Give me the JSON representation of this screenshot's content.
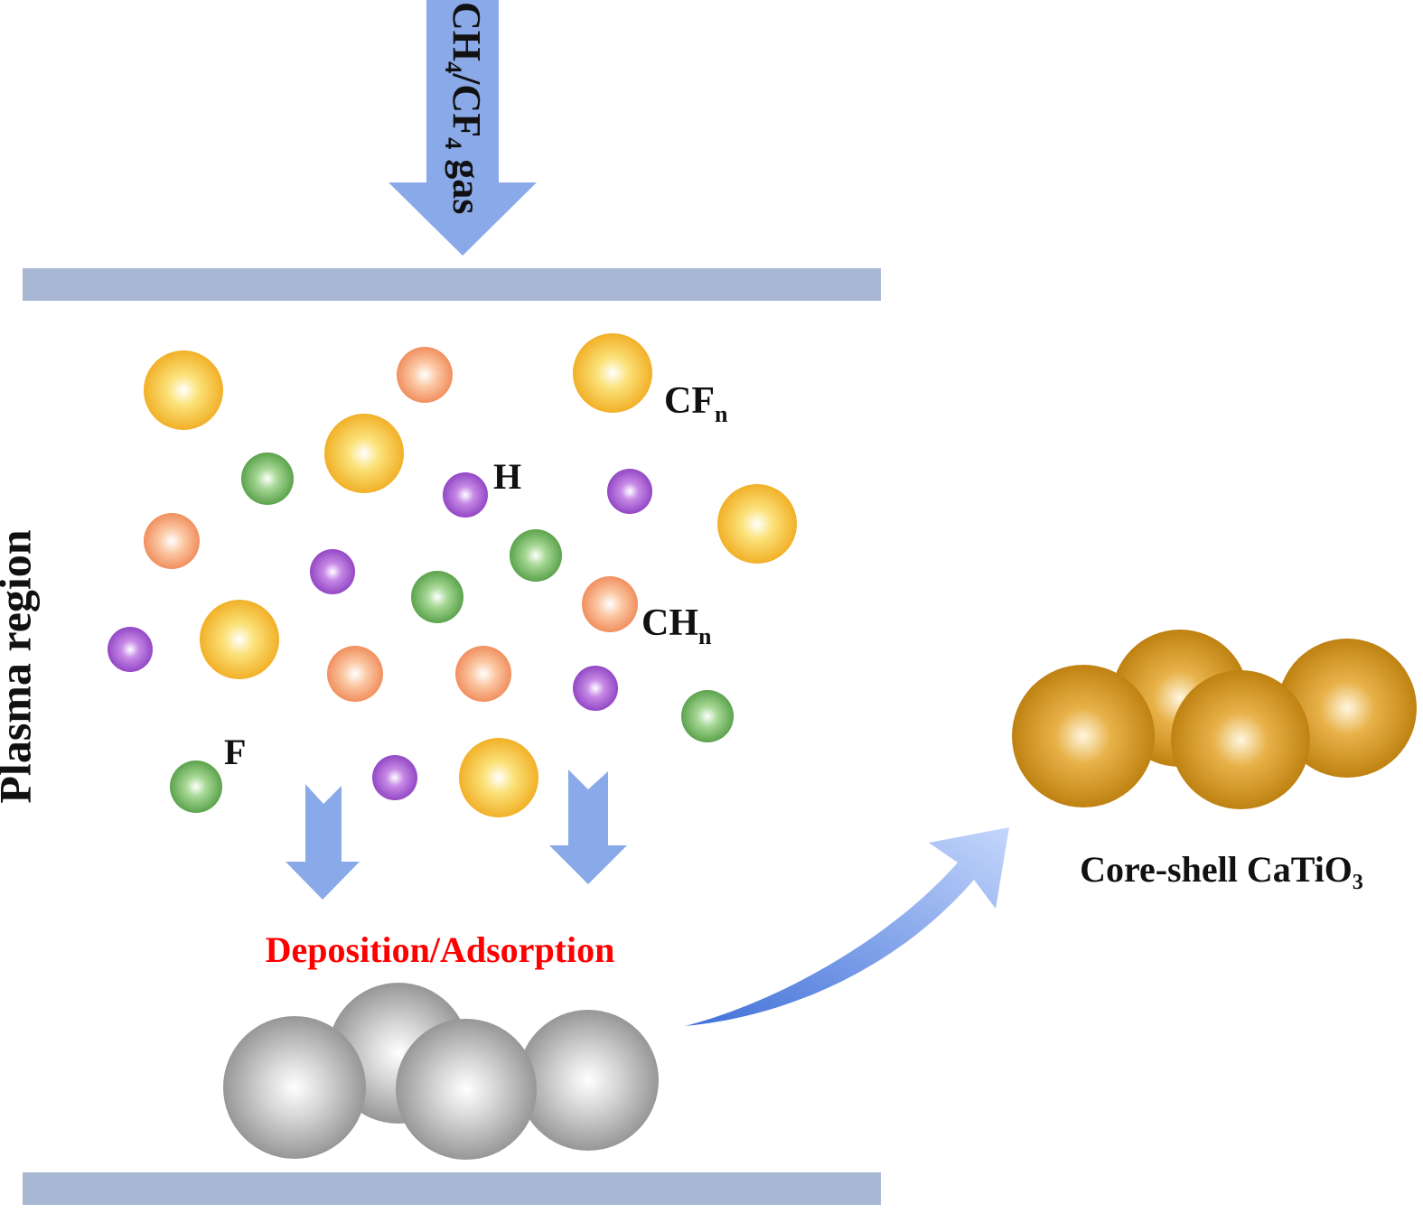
{
  "colors": {
    "plate": "#a8b8d4",
    "arrow": "#8aa9e8",
    "cfn": "#f2b01e",
    "chn": "#f28f62",
    "h": "#9848c8",
    "f": "#5ca84c",
    "core": "#9a9a9a",
    "shell": "#cc8a14",
    "deposition_text": "#ff0000",
    "label_text": "#111111"
  },
  "labels": {
    "gas_inlet": "CH₄/CF₄ gas",
    "plasma_region": "Plasma region",
    "cfn": "CFn",
    "chn": "CHn",
    "h": "H",
    "f": "F",
    "deposition": "Deposition/Adsorption",
    "product": "Core-shell CaTiO₃"
  }
}
